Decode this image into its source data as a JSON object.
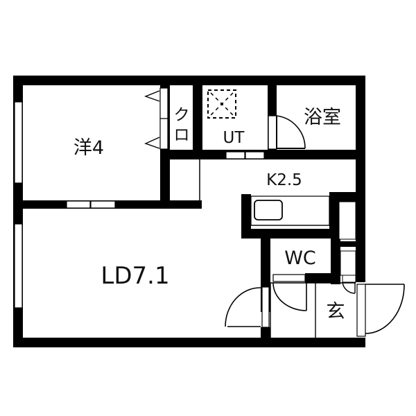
{
  "floor_plan": {
    "colors": {
      "wall": "#000000",
      "background": "#ffffff",
      "line": "#000000"
    },
    "rooms": {
      "western_room": {
        "label": "洋4",
        "type": "Western-style room",
        "size_jo": 4
      },
      "closet": {
        "label": "クロ",
        "type": "Closet"
      },
      "utility": {
        "label": "UT",
        "type": "Utility / laundry"
      },
      "bathroom": {
        "label": "浴室",
        "type": "Bathroom"
      },
      "kitchen": {
        "label": "K2.5",
        "type": "Kitchen",
        "size_jo": 2.5
      },
      "living_dining": {
        "label": "LD7.1",
        "type": "Living / dining",
        "size_jo": 7.1
      },
      "toilet": {
        "label": "WC",
        "type": "Toilet"
      },
      "entrance": {
        "label": "玄",
        "type": "Entrance (genkan)"
      }
    },
    "closet_label_lines": [
      "ク",
      "ロ"
    ]
  }
}
